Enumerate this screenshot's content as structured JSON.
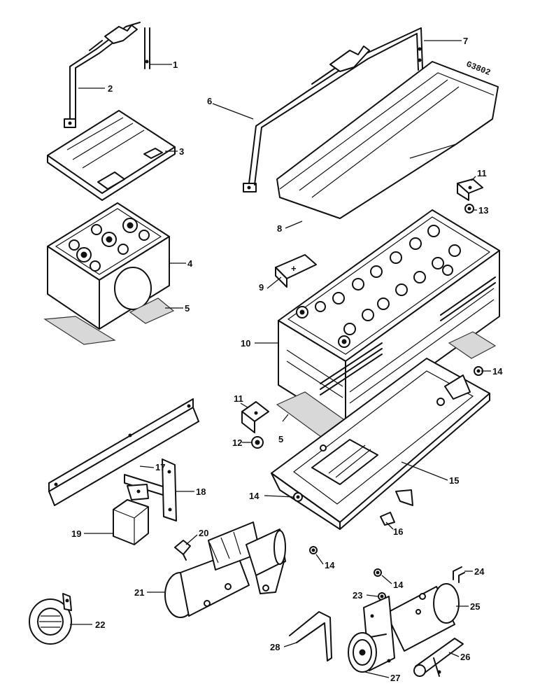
{
  "drawing_code": "G3802",
  "plus_mark": "+",
  "callouts": {
    "p1": "1",
    "p2": "2",
    "p3": "3",
    "p4": "4",
    "p5a": "5",
    "p5b": "5",
    "p6": "6",
    "p7": "7",
    "p8": "8",
    "p9": "9",
    "p10": "10",
    "p11a": "11",
    "p11b": "11",
    "p12": "12",
    "p13": "13",
    "p14a": "14",
    "p14b": "14",
    "p14c": "14",
    "p14d": "14",
    "p15": "15",
    "p16": "16",
    "p17": "17",
    "p18": "18",
    "p19": "19",
    "p20": "20",
    "p21": "21",
    "p22": "22",
    "p23": "23",
    "p24": "24",
    "p25": "25",
    "p26": "26",
    "p27": "27",
    "p28": "28"
  }
}
